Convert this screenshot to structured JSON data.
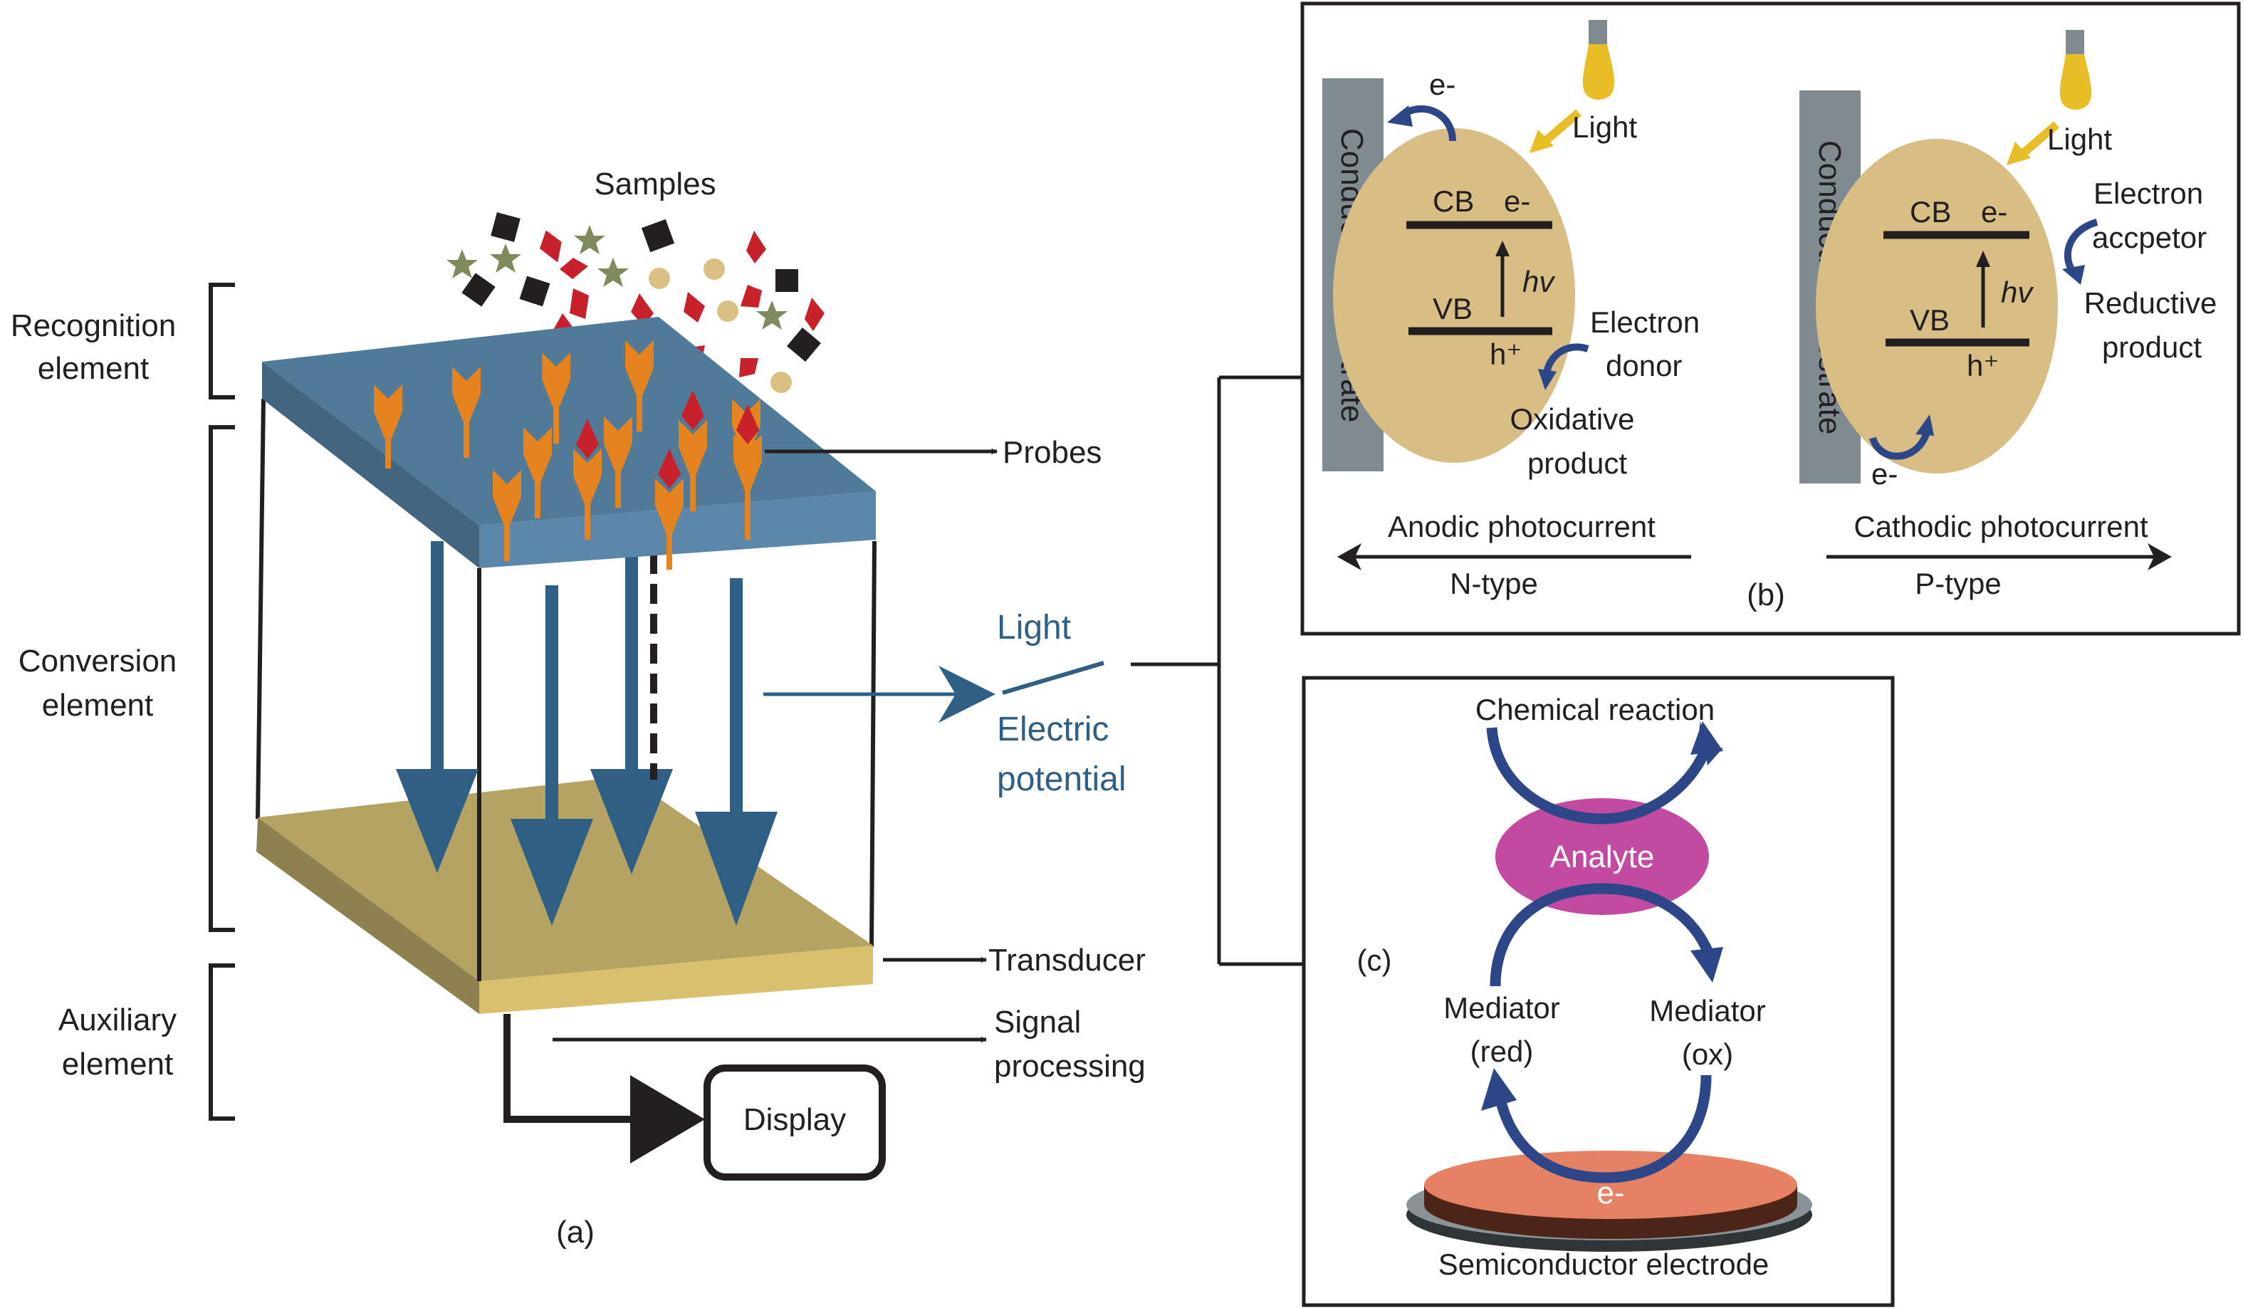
{
  "panel_a": {
    "caption": "(a)",
    "samples_label": "Samples",
    "sections": [
      {
        "line1": "Recognition",
        "line2": "element"
      },
      {
        "line1": "Conversion",
        "line2": "element"
      },
      {
        "line1": "Auxiliary",
        "line2": "element"
      }
    ],
    "probes_label": "Probes",
    "transducer_label": "Transducer",
    "signal_label_line1": "Signal",
    "signal_label_line2": "processing",
    "display_label": "Display",
    "light_label": "Light",
    "electric_label_line1": "Electric",
    "electric_label_line2": "potential"
  },
  "panel_b": {
    "caption": "(b)",
    "left": {
      "substrate_label": "Conductive substrate",
      "light_label": "Light",
      "electron_label": "e-",
      "cb_label": "CB",
      "cb_electron": "e-",
      "vb_label": "VB",
      "hole_label": "h⁺",
      "hv_label": "hv",
      "donor_line1": "Electron",
      "donor_line2": "donor",
      "product_line1": "Oxidative",
      "product_line2": "product",
      "current_label": "Anodic photocurrent",
      "type_label": "N-type"
    },
    "right": {
      "substrate_label": "Conductive substrate",
      "light_label": "Light",
      "electron_label": "e-",
      "cb_label": "CB",
      "cb_electron": "e-",
      "vb_label": "VB",
      "hole_label": "h⁺",
      "hv_label": "hv",
      "acceptor_line1": "Electron",
      "acceptor_line2": "accpetor",
      "product_line1": "Reductive",
      "product_line2": "product",
      "current_label": "Cathodic photocurrent",
      "type_label": "P-type"
    }
  },
  "panel_c": {
    "caption": "(c)",
    "reaction_label": "Chemical reaction",
    "analyte_label": "Analyte",
    "mediator_red_line1": "Mediator",
    "mediator_red_line2": "(red)",
    "mediator_ox_line1": "Mediator",
    "mediator_ox_line2": "(ox)",
    "electron_label": "e-",
    "electrode_label": "Semiconductor electrode"
  },
  "colors": {
    "plate_blue": "#517a99",
    "plate_blue_front": "#5b88aa",
    "plate_blue_side": "#43657f",
    "arrow_blue": "#2f5f85",
    "transducer_top": "#b5a363",
    "transducer_front": "#d8c06c",
    "transducer_side": "#8d8150",
    "probe_orange": "#e5831f",
    "target_red": "#c8212b",
    "star_green": "#7f8a5d",
    "dot_tan": "#dbc084",
    "square_black": "#231f20",
    "substrate_gray": "#7f8b91",
    "particle_tan": "#d8bd84",
    "bulb_yellow": "#e9bd25",
    "curve_navy": "#2c4687",
    "analyte_magenta": "#c24aa0",
    "electrode_orange": "#e58263"
  }
}
